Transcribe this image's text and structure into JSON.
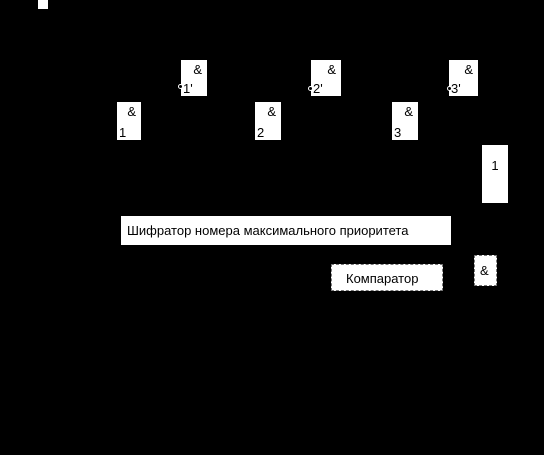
{
  "gates_upper": [
    {
      "symbol": "&",
      "label": "1'"
    },
    {
      "symbol": "&",
      "label": "2'"
    },
    {
      "symbol": "&",
      "label": "3'"
    }
  ],
  "gates_lower": [
    {
      "symbol": "&",
      "label": "1"
    },
    {
      "symbol": "&",
      "label": "2"
    },
    {
      "symbol": "&",
      "label": "3"
    }
  ],
  "or_gate": {
    "symbol": "1"
  },
  "and_gate_right": {
    "symbol": "&"
  },
  "encoder": {
    "label": "Шифратор номера максимального приоритета"
  },
  "comparator": {
    "label": "Компаратор"
  },
  "colors": {
    "background": "#000000",
    "block": "#ffffff",
    "text": "#000000"
  }
}
